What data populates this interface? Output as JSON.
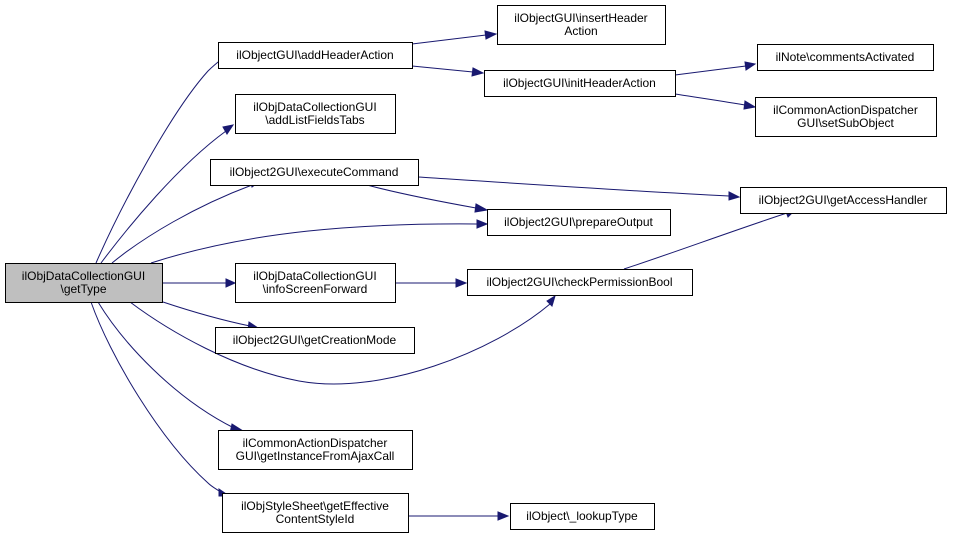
{
  "diagram": {
    "type": "call-graph",
    "nodes": [
      {
        "id": "root",
        "lines": [
          "ilObjDataCollectionGUI",
          "\\getType"
        ],
        "highlight": true
      },
      {
        "id": "addHeaderAction",
        "lines": [
          "ilObjectGUI\\addHeaderAction"
        ]
      },
      {
        "id": "insertHeaderAction",
        "lines": [
          "ilObjectGUI\\insertHeader",
          "Action"
        ]
      },
      {
        "id": "initHeaderAction",
        "lines": [
          "ilObjectGUI\\initHeaderAction"
        ]
      },
      {
        "id": "commentsActivated",
        "lines": [
          "ilNote\\commentsActivated"
        ]
      },
      {
        "id": "setSubObject",
        "lines": [
          "ilCommonActionDispatcher",
          "GUI\\setSubObject"
        ]
      },
      {
        "id": "addListFieldsTabs",
        "lines": [
          "ilObjDataCollectionGUI",
          "\\addListFieldsTabs"
        ]
      },
      {
        "id": "executeCommand",
        "lines": [
          "ilObject2GUI\\executeCommand"
        ]
      },
      {
        "id": "getAccessHandler",
        "lines": [
          "ilObject2GUI\\getAccessHandler"
        ]
      },
      {
        "id": "prepareOutput",
        "lines": [
          "ilObject2GUI\\prepareOutput"
        ]
      },
      {
        "id": "infoScreenForward",
        "lines": [
          "ilObjDataCollectionGUI",
          "\\infoScreenForward"
        ]
      },
      {
        "id": "checkPermissionBool",
        "lines": [
          "ilObject2GUI\\checkPermissionBool"
        ]
      },
      {
        "id": "getCreationMode",
        "lines": [
          "ilObject2GUI\\getCreationMode"
        ]
      },
      {
        "id": "getInstanceFromAjaxCall",
        "lines": [
          "ilCommonActionDispatcher",
          "GUI\\getInstanceFromAjaxCall"
        ]
      },
      {
        "id": "getEffectiveContentStyleId",
        "lines": [
          "ilObjStyleSheet\\getEffective",
          "ContentStyleId"
        ]
      },
      {
        "id": "lookupType",
        "lines": [
          "ilObject\\_lookupType"
        ]
      }
    ],
    "edges": [
      {
        "from": "root",
        "to": "addHeaderAction"
      },
      {
        "from": "root",
        "to": "addListFieldsTabs"
      },
      {
        "from": "root",
        "to": "executeCommand"
      },
      {
        "from": "root",
        "to": "prepareOutput"
      },
      {
        "from": "root",
        "to": "infoScreenForward"
      },
      {
        "from": "root",
        "to": "getCreationMode"
      },
      {
        "from": "root",
        "to": "checkPermissionBool"
      },
      {
        "from": "root",
        "to": "getInstanceFromAjaxCall"
      },
      {
        "from": "root",
        "to": "getEffectiveContentStyleId"
      },
      {
        "from": "addHeaderAction",
        "to": "insertHeaderAction"
      },
      {
        "from": "addHeaderAction",
        "to": "initHeaderAction"
      },
      {
        "from": "initHeaderAction",
        "to": "commentsActivated"
      },
      {
        "from": "initHeaderAction",
        "to": "setSubObject"
      },
      {
        "from": "executeCommand",
        "to": "getAccessHandler"
      },
      {
        "from": "executeCommand",
        "to": "prepareOutput"
      },
      {
        "from": "infoScreenForward",
        "to": "checkPermissionBool"
      },
      {
        "from": "checkPermissionBool",
        "to": "getAccessHandler"
      },
      {
        "from": "getEffectiveContentStyleId",
        "to": "lookupType"
      }
    ],
    "colors": {
      "edge": "#191970",
      "root_fill": "#bfbfbf",
      "node_fill": "#ffffff",
      "node_border": "#000000"
    }
  }
}
